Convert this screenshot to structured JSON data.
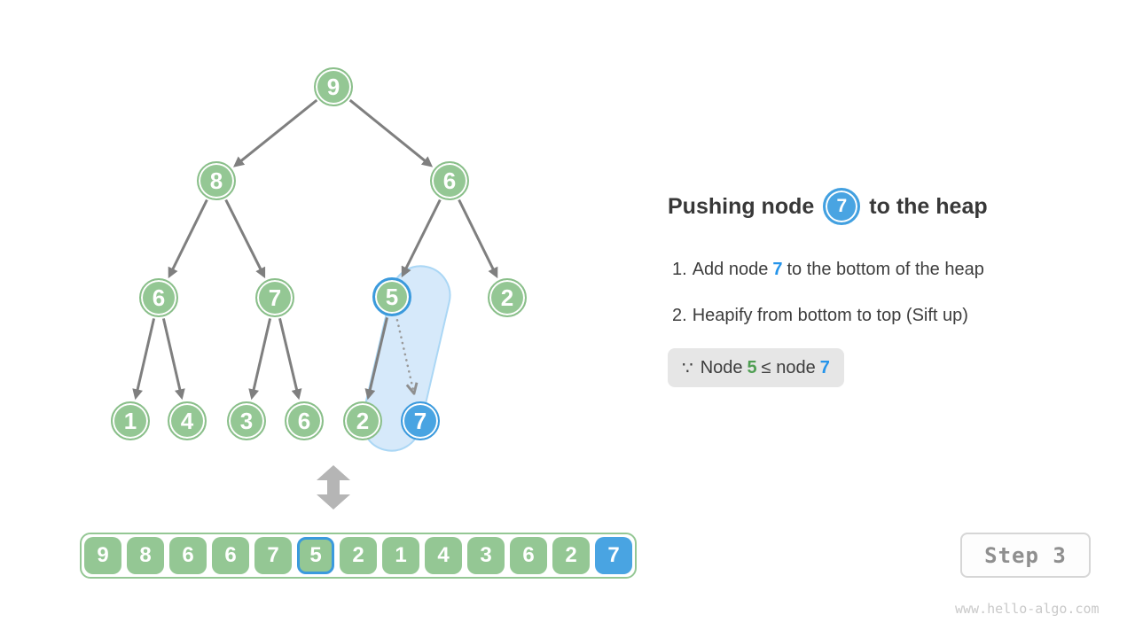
{
  "figure": {
    "source_watermark": "www.hello-algo.com",
    "step_badge": "Step 3"
  },
  "panel": {
    "title_prefix": "Pushing node",
    "title_node_value": "7",
    "title_suffix": "to the heap",
    "step1_num": "1.",
    "step1_before": "Add node",
    "step1_value": "7",
    "step1_after": "to the bottom of the heap",
    "step2_num": "2.",
    "step2_text": "Heapify from bottom to top (Sift up)",
    "note_symbol": "∵",
    "note_before": "Node",
    "note_green_value": "5",
    "note_mid": "≤ node",
    "note_blue_value": "7"
  },
  "tree": {
    "nodes": [
      {
        "value": "9",
        "state": "normal"
      },
      {
        "value": "8",
        "state": "normal"
      },
      {
        "value": "6",
        "state": "normal"
      },
      {
        "value": "6",
        "state": "normal"
      },
      {
        "value": "7",
        "state": "normal"
      },
      {
        "value": "5",
        "state": "compare-highlight"
      },
      {
        "value": "2",
        "state": "normal"
      },
      {
        "value": "1",
        "state": "normal"
      },
      {
        "value": "4",
        "state": "normal"
      },
      {
        "value": "3",
        "state": "normal"
      },
      {
        "value": "6",
        "state": "normal"
      },
      {
        "value": "2",
        "state": "normal"
      },
      {
        "value": "7",
        "state": "new-node"
      }
    ],
    "edges": "9-8, 9-6, 8-6, 8-7, 6-5, 6-2, 6-1, 6-4, 7-3, 7-6, 5-2 solid; 5-7 dotted sift-up path"
  },
  "array": {
    "cells": [
      {
        "value": "9",
        "state": "normal"
      },
      {
        "value": "8",
        "state": "normal"
      },
      {
        "value": "6",
        "state": "normal"
      },
      {
        "value": "6",
        "state": "normal"
      },
      {
        "value": "7",
        "state": "normal"
      },
      {
        "value": "5",
        "state": "compare-highlight"
      },
      {
        "value": "2",
        "state": "normal"
      },
      {
        "value": "1",
        "state": "normal"
      },
      {
        "value": "4",
        "state": "normal"
      },
      {
        "value": "3",
        "state": "normal"
      },
      {
        "value": "6",
        "state": "normal"
      },
      {
        "value": "2",
        "state": "normal"
      },
      {
        "value": "7",
        "state": "new-node"
      }
    ]
  },
  "colors": {
    "node_green_fill": "#94c794",
    "node_green_border": "#8abf8a",
    "node_blue_fill": "#49a4e2",
    "highlight_ring_blue": "#3b9add",
    "capsule_fill": "#d6e9fa",
    "capsule_border": "#abd7f5",
    "edge_gray": "#7f7f7f",
    "dotted_gray": "#9a9a9a",
    "double_arrow_gray": "#b5b5b5",
    "text_dark": "#3d3d3d",
    "accent_blue_text": "#2594ea",
    "accent_green_text": "#4f9e52",
    "note_bg": "#e6e6e6"
  }
}
